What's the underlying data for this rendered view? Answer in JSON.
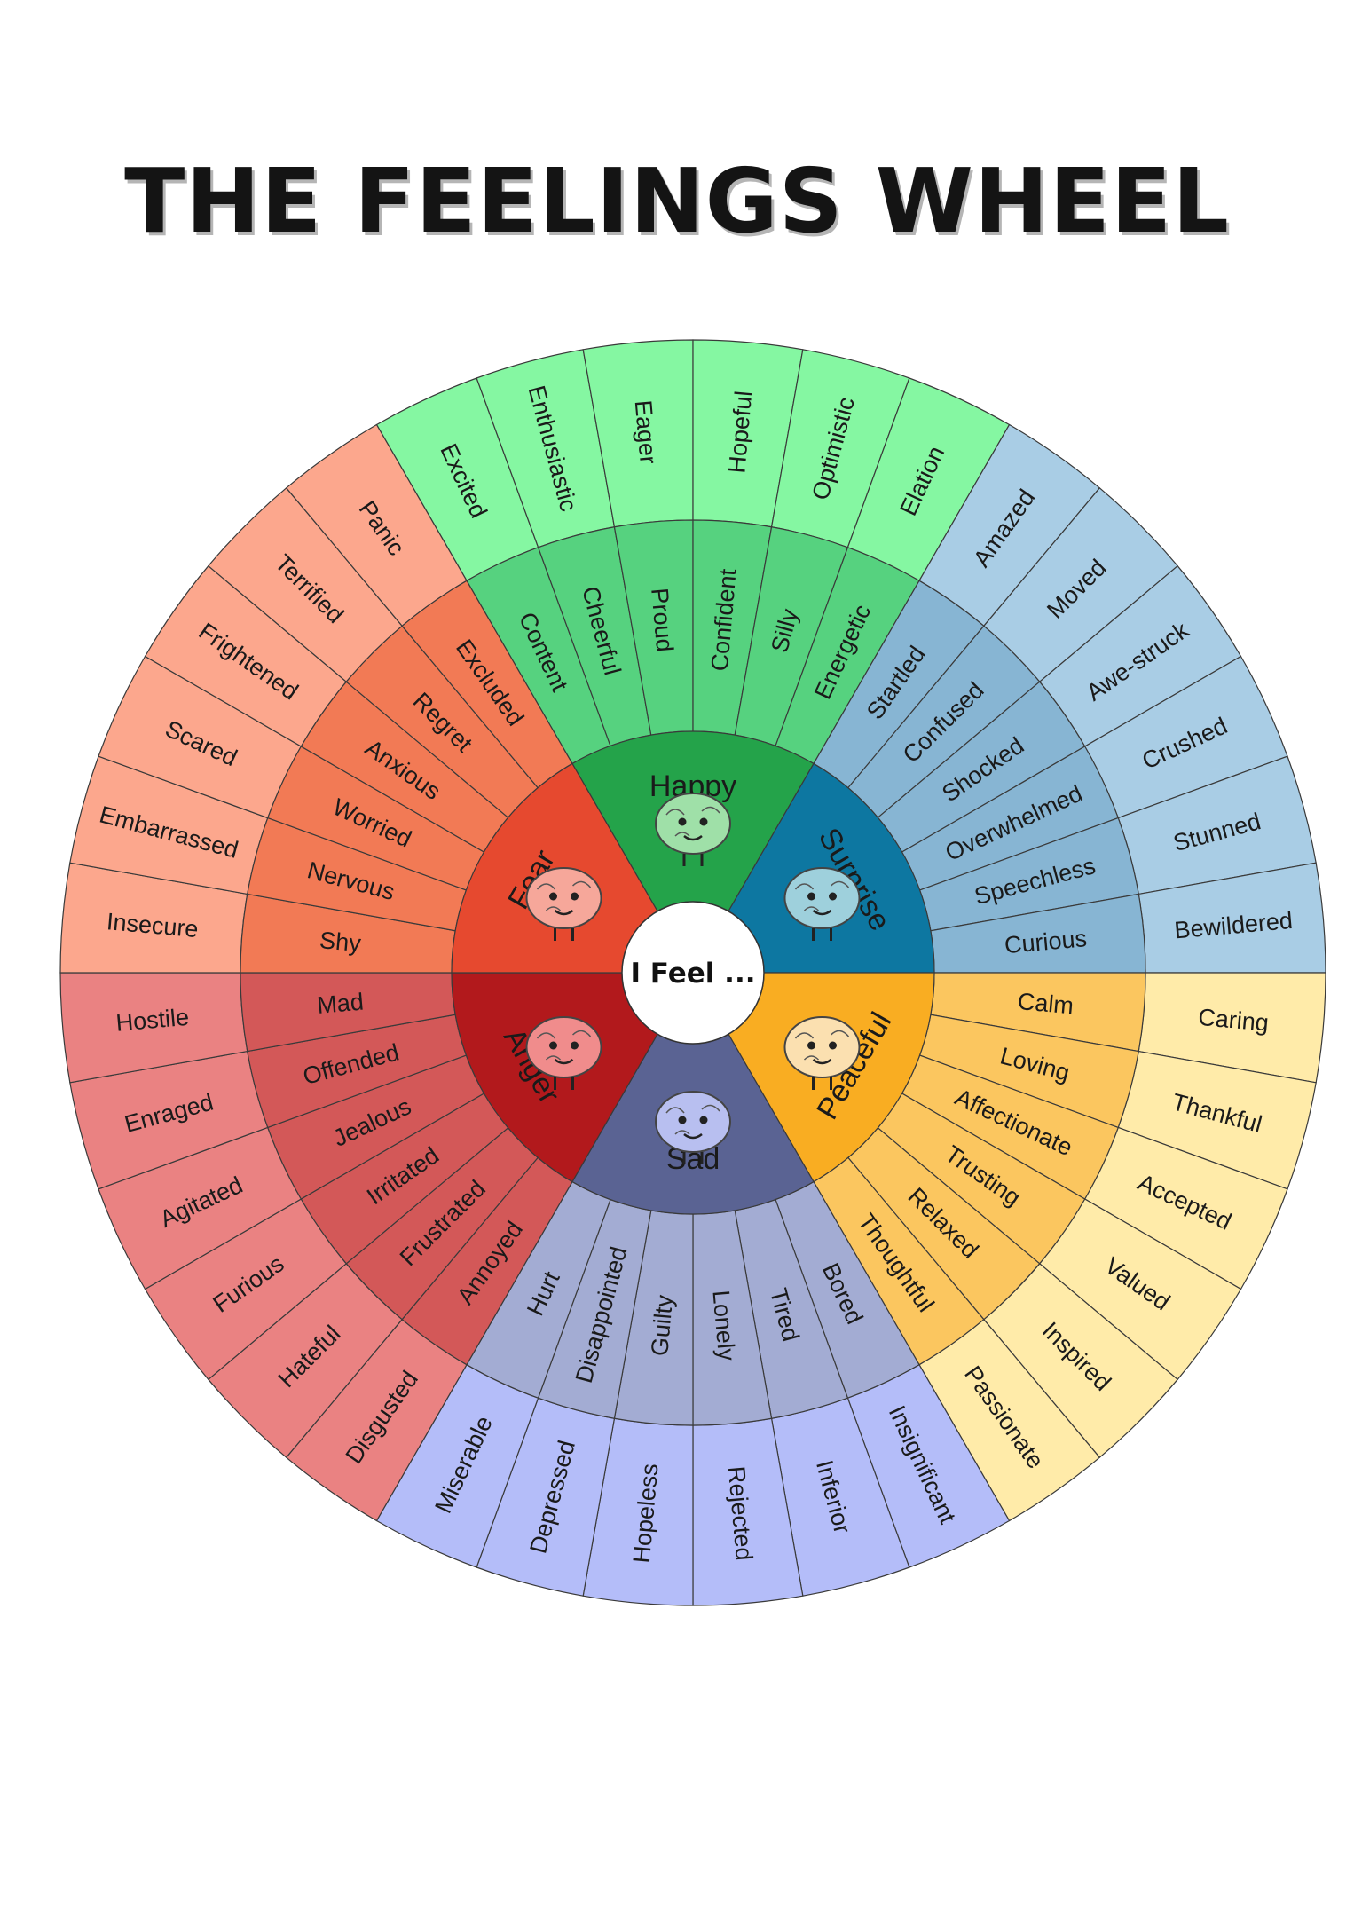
{
  "title": "THE FEELINGS WHEEL",
  "center": "I Feel ...",
  "emotions": [
    {
      "name": "Happy",
      "core_color": "#24a34a",
      "mid_color": "#56d27f",
      "outer_color": "#85f7a2",
      "middle": [
        "Content",
        "Cheerful",
        "Proud",
        "Confident",
        "Silly",
        "Energetic"
      ],
      "outer": [
        "Excited",
        "Enthusiastic",
        "Eager",
        "Hopeful",
        "Optimistic",
        "Elation"
      ]
    },
    {
      "name": "Surprise",
      "core_color": "#0d77a1",
      "mid_color": "#87b5d3",
      "outer_color": "#a9cde5",
      "middle": [
        "Startled",
        "Confused",
        "Shocked",
        "Overwhelmed",
        "Speechless",
        "Curious"
      ],
      "outer": [
        "Amazed",
        "Moved",
        "Awe-struck",
        "Crushed",
        "Stunned",
        "Bewildered"
      ]
    },
    {
      "name": "Peaceful",
      "core_color": "#f9ad22",
      "mid_color": "#fbc65f",
      "outer_color": "#ffeba9",
      "middle": [
        "Calm",
        "Loving",
        "Affectionate",
        "Trusting",
        "Relaxed",
        "Thoughtful"
      ],
      "outer": [
        "Caring",
        "Thankful",
        "Accepted",
        "Valued",
        "Inspired",
        "Passionate"
      ]
    },
    {
      "name": "Sad",
      "core_color": "#5a6393",
      "mid_color": "#a3acd3",
      "outer_color": "#b4bdf9",
      "middle": [
        "Bored",
        "Tired",
        "Lonely",
        "Guilty",
        "Disappointed",
        "Hurt"
      ],
      "outer": [
        "Insignificant",
        "Inferior",
        "Rejected",
        "Hopeless",
        "Depressed",
        "Miserable"
      ]
    },
    {
      "name": "Anger",
      "core_color": "#b2191c",
      "mid_color": "#d35858",
      "outer_color": "#ea8282",
      "middle": [
        "Annoyed",
        "Frustrated",
        "Irritated",
        "Jealous",
        "Offended",
        "Mad"
      ],
      "outer": [
        "Disgusted",
        "Hateful",
        "Furious",
        "Agitated",
        "Enraged",
        "Hostile"
      ]
    },
    {
      "name": "Fear",
      "core_color": "#e6492f",
      "mid_color": "#f27a55",
      "outer_color": "#fca78d",
      "middle": [
        "Shy",
        "Nervous",
        "Worried",
        "Anxious",
        "Regret",
        "Excluded"
      ],
      "outer": [
        "Insecure",
        "Embarrassed",
        "Scared",
        "Frightened",
        "Terrified",
        "Panic"
      ]
    }
  ]
}
